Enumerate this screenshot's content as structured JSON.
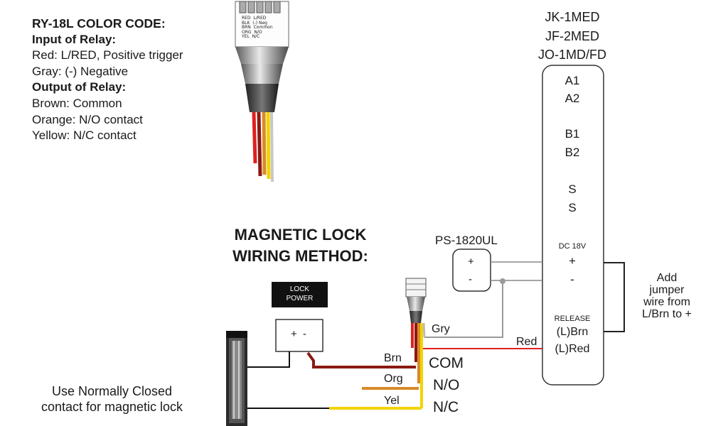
{
  "color_code": {
    "title": "RY-18L COLOR CODE:",
    "input_heading": "Input of Relay:",
    "input_red": "Red: L/RED, Positive trigger",
    "input_gray": "Gray: (-) Negative",
    "output_heading": "Output of Relay:",
    "output_brown": "Brown: Common",
    "output_orange": "Orange: N/O contact",
    "output_yellow": "Yellow: N/C contact"
  },
  "relay_label": {
    "rows": [
      {
        "code": "RED",
        "desc": "L/RED"
      },
      {
        "code": "BLK",
        "desc": "(-) Neg"
      },
      {
        "code": "BRN",
        "desc": "Common"
      },
      {
        "code": "ORG",
        "desc": "N/O"
      },
      {
        "code": "YEL",
        "desc": "N/C"
      }
    ]
  },
  "unit": {
    "models": [
      "JK-1MED",
      "JF-2MED",
      "JO-1MD/FD"
    ],
    "pins": {
      "a1": "A1",
      "a2": "A2",
      "b1": "B1",
      "b2": "B2",
      "s1": "S",
      "s2": "S",
      "dc": "DC 18V",
      "plus": "+",
      "minus": "-",
      "release": "RELEASE",
      "l_brn": "(L)Brn",
      "l_red": "(L)Red"
    }
  },
  "power_supply": {
    "name": "PS-1820UL",
    "plus": "+",
    "minus": "-"
  },
  "lock_power": {
    "label_line1": "LOCK",
    "label_line2": "POWER",
    "terminals": "+ -"
  },
  "heading": {
    "line1": "MAGNETIC LOCK",
    "line2": "WIRING METHOD:"
  },
  "wires": {
    "gry": "Gry",
    "red": "Red",
    "brn": "Brn",
    "org": "Org",
    "yel": "Yel"
  },
  "contacts": {
    "com": "COM",
    "no": "N/O",
    "nc": "N/C"
  },
  "jumper_note": {
    "l1": "Add",
    "l2": "jumper",
    "l3": "wire from",
    "l4": "L/Brn to +"
  },
  "lock_note": {
    "l1": "Use Normally Closed",
    "l2": "contact for magnetic lock"
  },
  "colors": {
    "red": "#e02020",
    "brown": "#8a1a12",
    "orange": "#d98a2a",
    "yellow": "#f0d400",
    "gray": "#9a9a9a",
    "black": "#111111"
  }
}
